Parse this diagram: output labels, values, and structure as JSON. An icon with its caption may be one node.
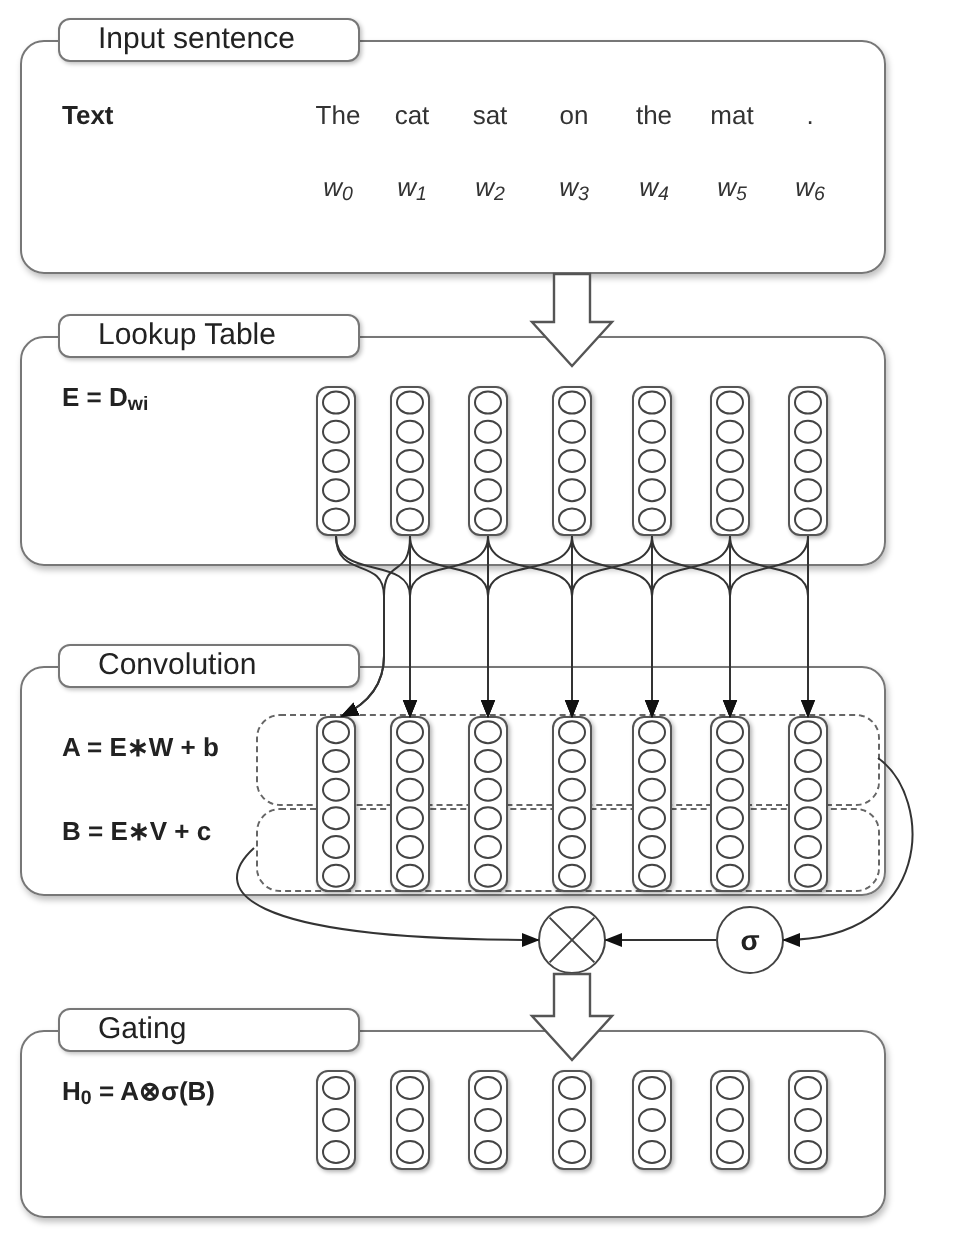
{
  "diagram": {
    "nodes": [
      {
        "text": [
          "Input sentence",
          "Text",
          "The",
          "cat",
          "sat",
          "on",
          "the",
          "mat",
          ".",
          "w$_{0}$",
          "w$_{1}$",
          "w$_{2}$",
          "w$_{3}$",
          "w$_{4}$",
          "w$_{5}$",
          "w$_{6}$"
        ]
      },
      {
        "text": [
          "Lookup Table",
          "E = D$_{w}$$_{i}$"
        ]
      },
      {
        "text": [],
        "shape": "box",
        "in": 1
      },
      {
        "text": [],
        "shape": "box",
        "in": 1
      },
      {
        "text": [],
        "shape": "box",
        "in": 1
      },
      {
        "text": [],
        "shape": "box",
        "in": 1
      },
      {
        "text": [],
        "shape": "box",
        "in": 1
      },
      {
        "text": [],
        "shape": "box",
        "in": 1
      },
      {
        "text": [],
        "shape": "box",
        "in": 1
      },
      {
        "text": [
          "Convolution",
          "A = E∗W + b",
          "B = E∗V + c"
        ]
      },
      {
        "text": [],
        "shape": "box",
        "in": 9
      },
      {
        "text": [],
        "shape": "box",
        "in": 9
      },
      {
        "text": [],
        "shape": "box",
        "in": 9
      },
      {
        "text": [],
        "shape": "box",
        "in": 9
      },
      {
        "text": [],
        "shape": "box",
        "in": 9
      },
      {
        "text": [],
        "shape": "box",
        "in": 9
      },
      {
        "text": [],
        "shape": "box",
        "in": 9
      },
      {
        "text": [],
        "shape": "box",
        "in": 9
      },
      {
        "text": [],
        "shape": "box",
        "in": 9
      },
      {
        "text": [],
        "shape": "circle"
      },
      {
        "text": [
          "σ"
        ]
      },
      {
        "text": [
          "Gating",
          "H$_{0}$ = A⊗σ(B)"
        ]
      },
      {
        "text": [],
        "shape": "box",
        "in": 21
      },
      {
        "text": [],
        "shape": "box",
        "in": 21
      },
      {
        "text": [],
        "shape": "box",
        "in": 21
      },
      {
        "text": [],
        "shape": "box",
        "in": 21
      },
      {
        "text": [],
        "shape": "box",
        "in": 21
      },
      {
        "text": [],
        "shape": "box",
        "in": 21
      },
      {
        "text": [],
        "shape": "box",
        "in": 21
      }
    ],
    "edges": [
      {
        "from": 0,
        "to": 1,
        "arrow": "to",
        "style": "thick"
      },
      {
        "from": 2,
        "to": 12,
        "arrow": "to"
      },
      {
        "from": 3,
        "to": 12,
        "arrow": "to"
      },
      {
        "from": 2,
        "to": 13,
        "arrow": "to"
      },
      {
        "from": 3,
        "to": 13,
        "arrow": "to"
      },
      {
        "from": 4,
        "to": 13,
        "arrow": "to"
      },
      {
        "from": 3,
        "to": 14,
        "arrow": "to"
      },
      {
        "from": 4,
        "to": 14,
        "arrow": "to"
      },
      {
        "from": 5,
        "to": 14,
        "arrow": "to"
      },
      {
        "from": 4,
        "to": 15,
        "arrow": "to"
      },
      {
        "from": 5,
        "to": 15,
        "arrow": "to"
      },
      {
        "from": 6,
        "to": 15,
        "arrow": "to"
      },
      {
        "from": 5,
        "to": 16,
        "arrow": "to"
      },
      {
        "from": 6,
        "to": 16,
        "arrow": "to"
      },
      {
        "from": 7,
        "to": 16,
        "arrow": "to"
      },
      {
        "from": 6,
        "to": 17,
        "arrow": "to"
      },
      {
        "from": 7,
        "to": 17,
        "arrow": "to"
      },
      {
        "from": 8,
        "to": 17,
        "arrow": "to"
      },
      {
        "from": 7,
        "to": 18,
        "arrow": "to"
      },
      {
        "from": 8,
        "to": 18,
        "arrow": "to"
      },
      {
        "from": 11,
        "to": 19,
        "arrow": "to"
      },
      {
        "from": 10,
        "to": 20,
        "arrow": "to"
      },
      {
        "from": 20,
        "to": 19,
        "arrow": "to"
      },
      {
        "from": 19,
        "to": 21,
        "arrow": "to",
        "style": "thick"
      }
    ]
  }
}
